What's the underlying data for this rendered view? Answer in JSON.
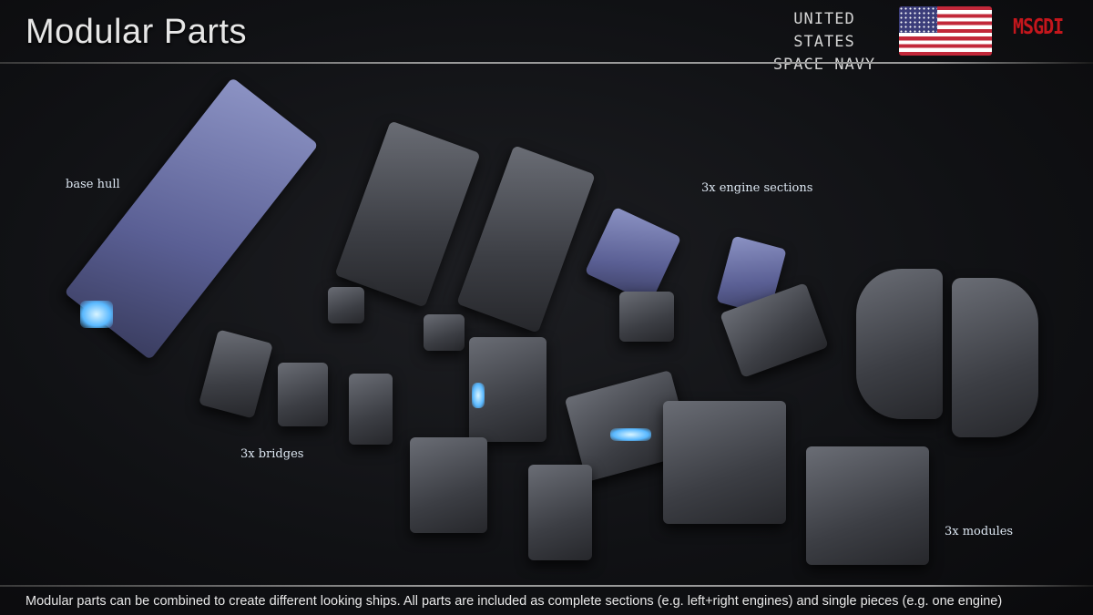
{
  "header": {
    "title": "Modular Parts",
    "faction_line1": "UNITED STATES",
    "faction_line2": "SPACE NAVY",
    "flag_icon": "us-flag-icon",
    "logo": "MSGDI"
  },
  "labels": {
    "base_hull": "base hull",
    "engines": "3x engine sections",
    "bridges": "3x bridges",
    "modules": "3x modules"
  },
  "footer": {
    "text": "Modular parts can be combined to create different looking ships. All parts are included as complete sections (e.g. left+right engines) and single pieces (e.g. one engine)"
  },
  "colors": {
    "accent_blue": "#6a70a8",
    "hull_gray": "#4a4c52",
    "logo_red": "#c4161c"
  }
}
